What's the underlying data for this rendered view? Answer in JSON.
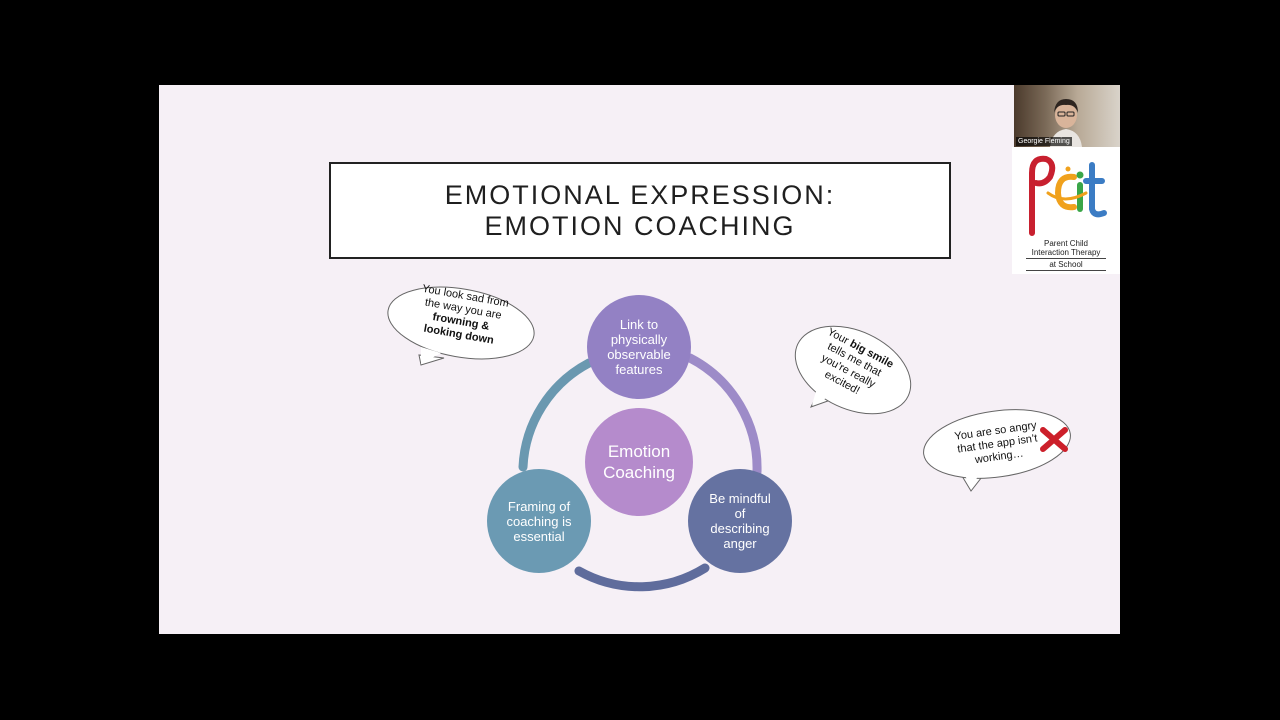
{
  "slide": {
    "title_line1": "EMOTIONAL EXPRESSION:",
    "title_line2": "EMOTION COACHING",
    "background": "#f6f0f6"
  },
  "bubbles": {
    "sad": {
      "line1": "You look sad from",
      "line2": "the way you are",
      "line3": "frowning &",
      "line4": "looking down"
    },
    "smile": {
      "line1_pre": "Your ",
      "line1_bold": "big smile",
      "line2": "tells me that",
      "line3": "you’re really",
      "line4": "excited!"
    },
    "angry": {
      "line1": "You are so angry",
      "line2": "that the app isn’t",
      "line3": "working…"
    }
  },
  "diagram": {
    "center": {
      "line1": "Emotion",
      "line2": "Coaching",
      "color": "#b58bcc"
    },
    "top": {
      "line1": "Link to",
      "line2": "physically",
      "line3": "observable",
      "line4": "features",
      "color": "#9381c4"
    },
    "right": {
      "line1": "Be mindful",
      "line2": "of",
      "line3": "describing",
      "line4": "anger",
      "color": "#6572a1"
    },
    "left": {
      "line1": "Framing of",
      "line2": "coaching is",
      "line3": "essential",
      "color": "#6b9ab3"
    }
  },
  "video": {
    "participant_name": "Georgie Fleming"
  },
  "logo": {
    "line1": "Parent Child",
    "line2": "Interaction Therapy",
    "line3": "at School"
  },
  "colors": {
    "cross": "#cc1f2a",
    "ring_top_right": "#9d8bc8",
    "ring_bottom": "#5f6c9c",
    "ring_left": "#6a98b0"
  }
}
